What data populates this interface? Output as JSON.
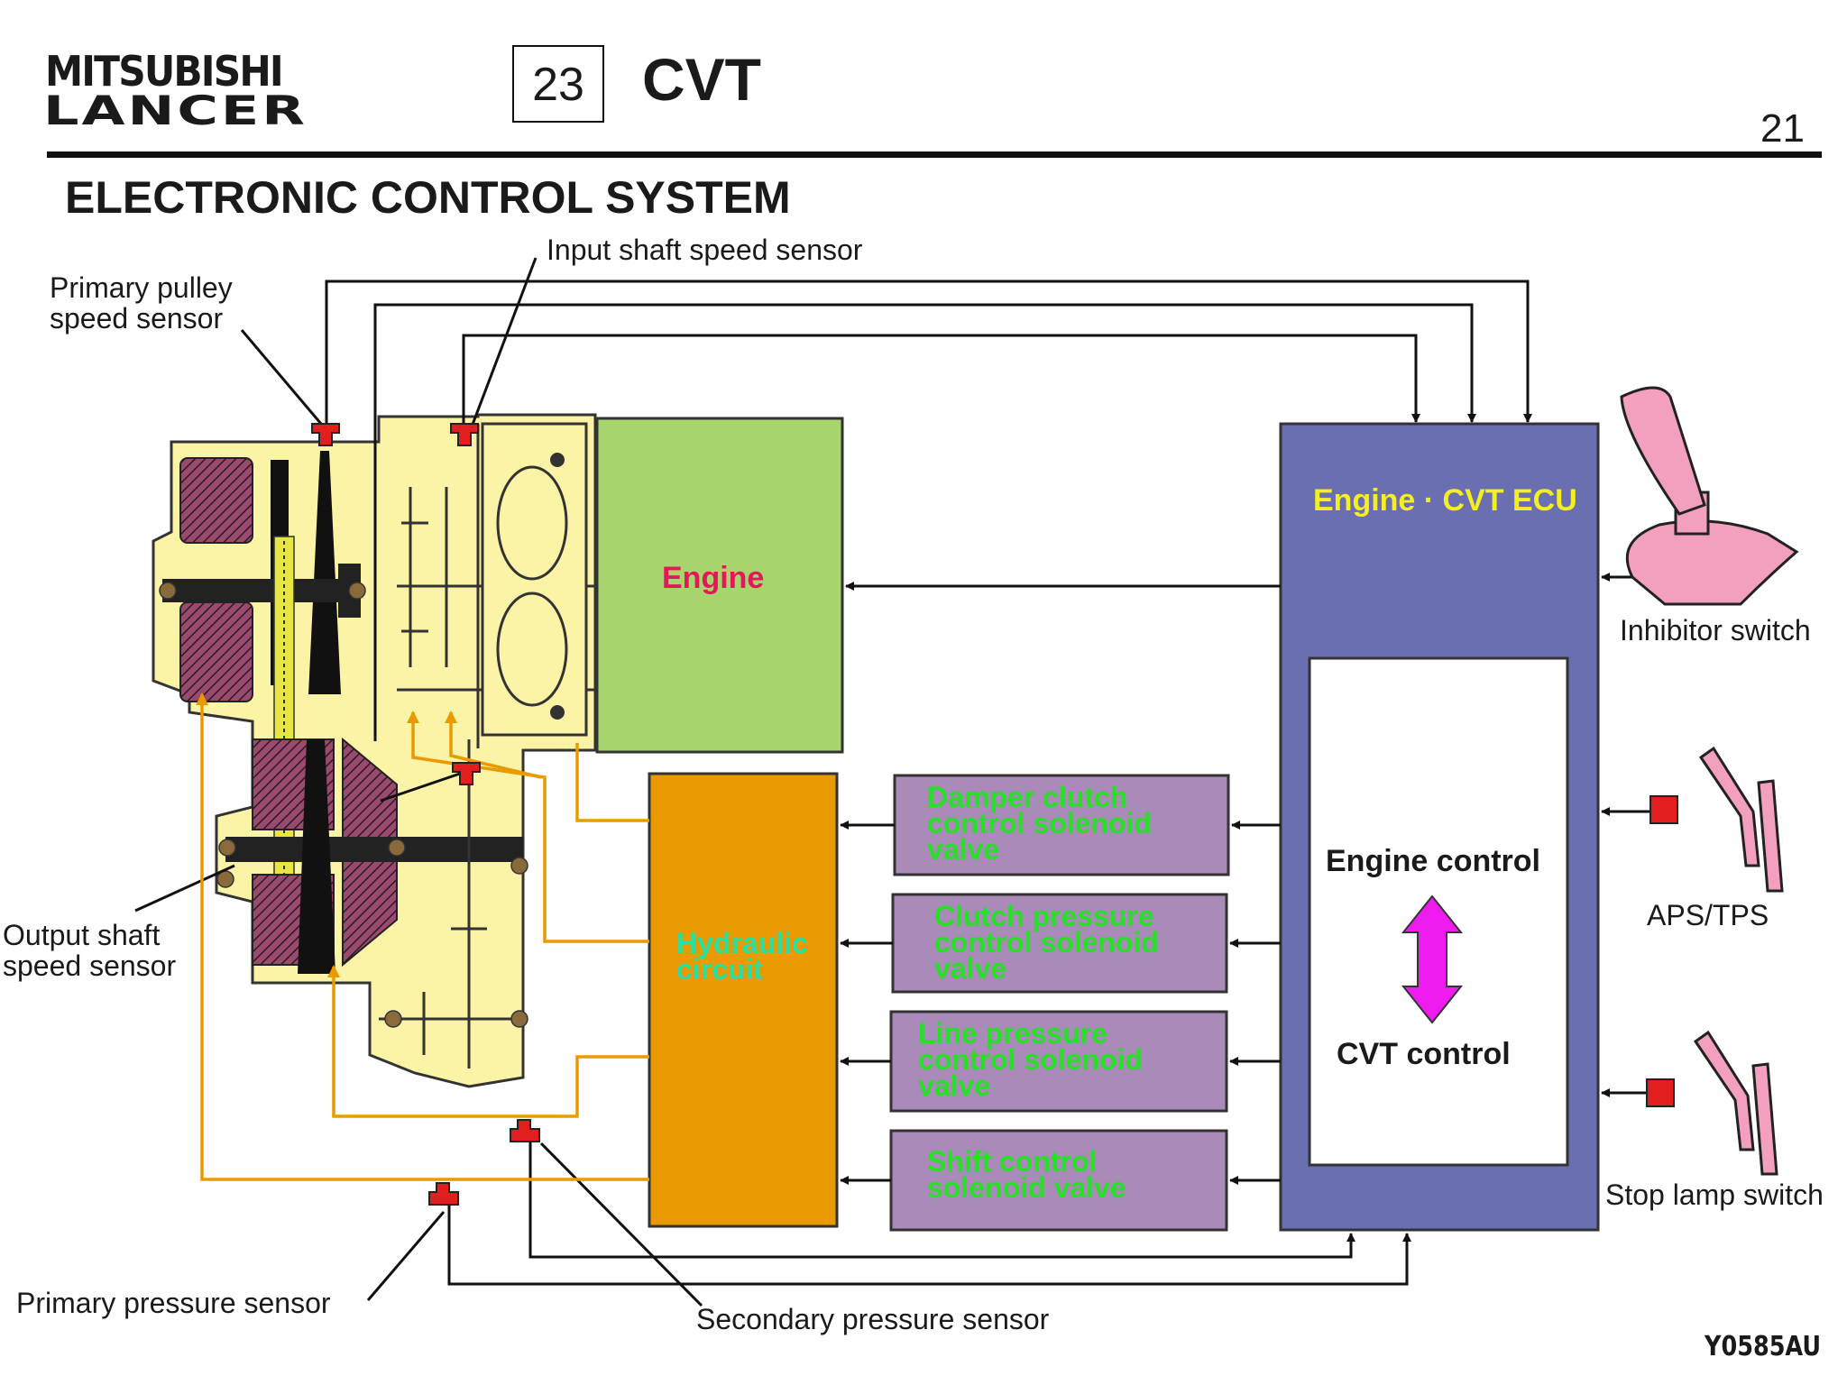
{
  "header": {
    "brand_line1": "MITSUBISHI",
    "brand_line2": "LANCER",
    "section_number": "23",
    "section_title": "CVT",
    "page_number": "21"
  },
  "heading": "ELECTRONIC CONTROL SYSTEM",
  "sensors": {
    "primary_pulley": "Primary pulley\nspeed sensor",
    "input_shaft": "Input shaft speed sensor",
    "output_shaft": "Output shaft\nspeed sensor",
    "primary_pressure": "Primary pressure sensor",
    "secondary_pressure": "Secondary pressure sensor"
  },
  "components": {
    "engine": "Engine",
    "hydraulic": "Hydraulic circuit",
    "ecu": "Engine · CVT ECU",
    "engine_control": "Engine control",
    "cvt_control": "CVT control"
  },
  "solenoids": [
    "Damper clutch control solenoid valve",
    "Clutch pressure control  solenoid valve",
    "Line pressure control solenoid valve",
    "Shift control solenoid valve"
  ],
  "inputs": {
    "inhibitor": "Inhibitor switch",
    "aps_tps": "APS/TPS",
    "stop_lamp": "Stop lamp switch"
  },
  "figure_code": "Y0585AU",
  "colors": {
    "engine_fill": "#a8d46e",
    "hydraulic_fill": "#e89a00",
    "solenoid_fill": "#a98ab8",
    "ecu_fill": "#6a6fb2",
    "transmission_fill": "#fbf3a6",
    "sensor_red": "#e21e1e",
    "arrow_magenta": "#ee1cee",
    "pedal_pink": "#f3a0c0",
    "hydraulic_line": "#e89a00"
  }
}
